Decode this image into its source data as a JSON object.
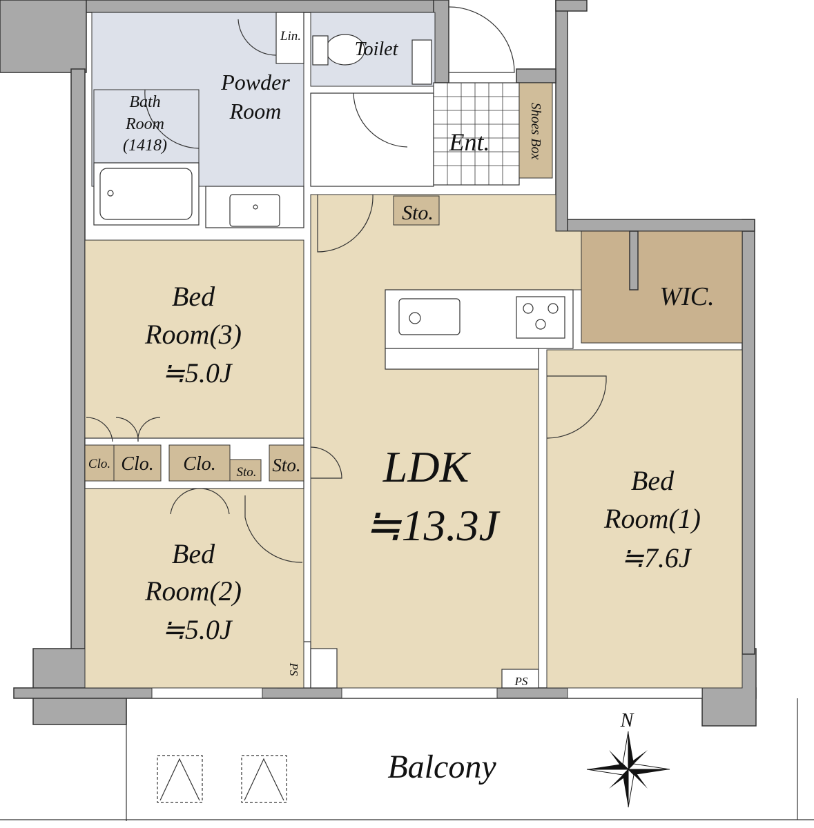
{
  "colors": {
    "wall": "#a9a9a9",
    "wet_area": "#dde1ea",
    "room": "#e9dcbd",
    "storage": "#d0bd9a",
    "wic": "#c9b28f"
  },
  "rooms": {
    "powder_room": [
      "Powder",
      "Room"
    ],
    "bath_room": [
      "Bath",
      "Room",
      "(1418)"
    ],
    "linen": "Lin.",
    "toilet": "Toilet",
    "entrance": "Ent.",
    "shoes_box": "Shoes Box",
    "storage_hall": "Sto.",
    "wic": "WIC.",
    "bed3": [
      "Bed",
      "Room(3)",
      "≒5.0J"
    ],
    "bed2": [
      "Bed",
      "Room(2)",
      "≒5.0J"
    ],
    "bed1": [
      "Bed",
      "Room(1)",
      "≒7.6J"
    ],
    "ldk": [
      "LDK",
      "≒13.3J"
    ],
    "closets": [
      "Clo.",
      "Clo.",
      "Clo.",
      "Sto.",
      "Sto."
    ],
    "ps_left": "PS",
    "ps_right": "PS",
    "balcony": "Balcony"
  },
  "compass": {
    "north_label": "N"
  }
}
